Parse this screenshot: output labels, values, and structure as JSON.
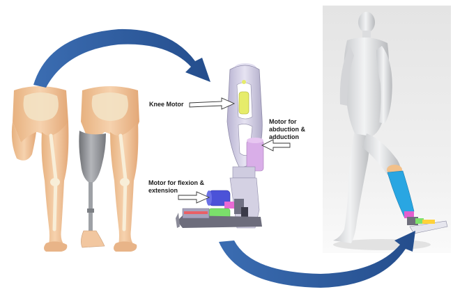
{
  "labels": {
    "knee_motor": "Knee Motor",
    "abduction_l1": "Motor for",
    "abduction_l2": "abduction &",
    "abduction_l3": "adduction",
    "flexion_l1": "Motor for flexion &",
    "flexion_l2": "extension"
  },
  "colors": {
    "arrow": "#2f5c9e",
    "skin": "#f0c39a",
    "bone": "#f7ecd0",
    "socket": "#8f9196",
    "prosthetic_cover": "#27a8e0",
    "knee_frame": "#d8d5e8",
    "motor_green": "#e3ea5b",
    "motor_purple": "#d7a8e6",
    "motor_blue": "#4a4fd6",
    "base_plate": "#6e6e7e"
  },
  "icons": {
    "flow_arrow": "curved-arrow-icon",
    "callout": "outline-arrow-icon"
  }
}
